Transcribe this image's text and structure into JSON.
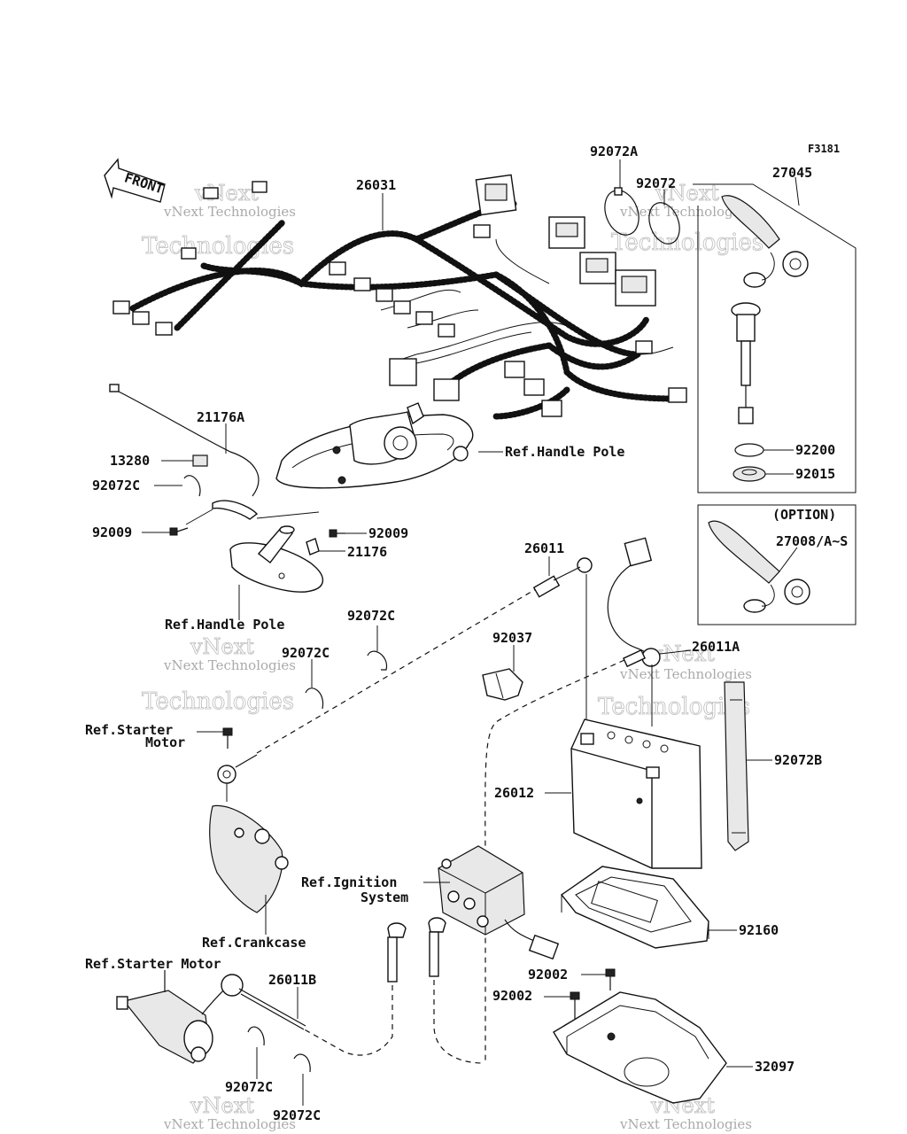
{
  "figure_code": "F3181",
  "front_label": "FRONT",
  "watermark": {
    "line1": "vNext",
    "line2": "vNext Technologies",
    "line3": "Technologies"
  },
  "labels": {
    "p26031": "26031",
    "p92072A": "92072A",
    "p92072": "92072",
    "p27045": "27045",
    "p21176A": "21176A",
    "p13280": "13280",
    "p92072C_1": "92072C",
    "p92009_1": "92009",
    "p92009_2": "92009",
    "p21176": "21176",
    "ref_handle_pole_1": "Ref.Handle Pole",
    "ref_handle_pole_2": "Ref.Handle Pole",
    "p92200": "92200",
    "p92015": "92015",
    "option": "(OPTION)",
    "p27008": "27008/A~S",
    "p26011": "26011",
    "p92072C_2": "92072C",
    "p92072C_3": "92072C",
    "p92037": "92037",
    "p26011A": "26011A",
    "ref_starter_motor_1a": "Ref.Starter",
    "ref_starter_motor_1b": "Motor",
    "p92072B": "92072B",
    "p26012": "26012",
    "ref_ignition_a": "Ref.Ignition",
    "ref_ignition_b": "System",
    "p92160": "92160",
    "ref_crankcase": "Ref.Crankcase",
    "ref_starter_motor_2": "Ref.Starter Motor",
    "p26011B": "26011B",
    "p92002_1": "92002",
    "p92002_2": "92002",
    "p32097": "32097",
    "p92072C_4": "92072C",
    "p92072C_5": "92072C"
  }
}
